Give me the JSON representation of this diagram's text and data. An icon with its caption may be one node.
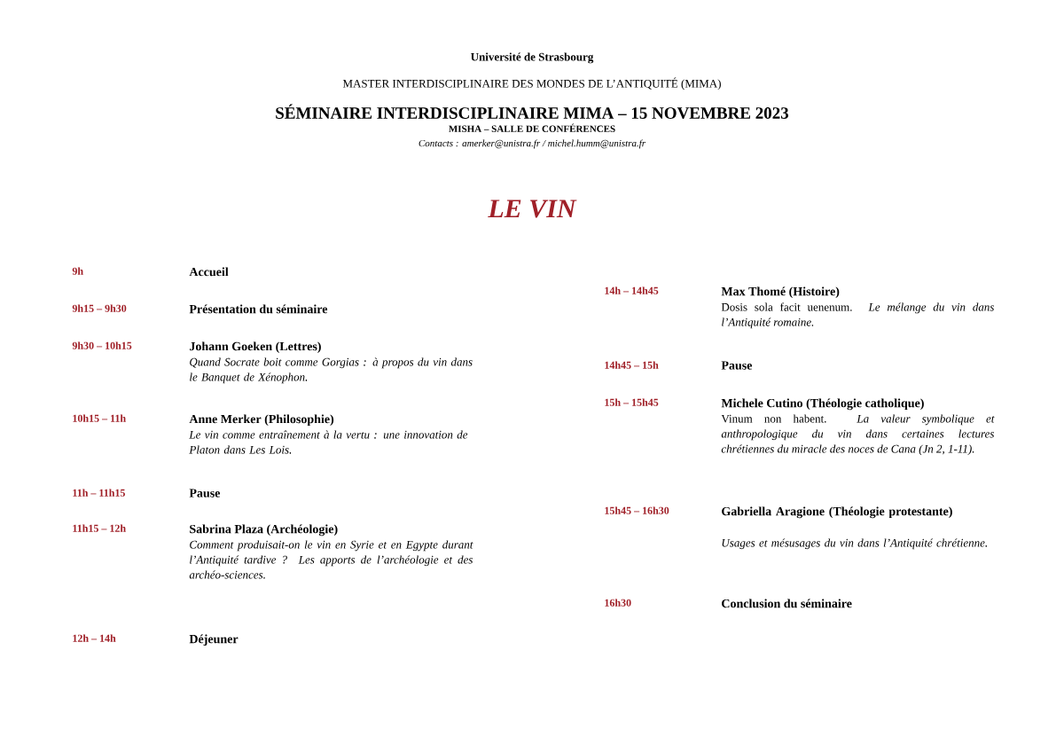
{
  "diagram": {
    "labels": [
      "Université de Strasbourg",
      "MASTER INTERDISCIPLINAIRE DES MONDES DE L’ANTIQUITÉ (MIMA)",
      "SÉMINAIRE INTERDISCIPLINAIRE MIMA – 15 NOVEMBRE 2023",
      "MISHA – SALLE DE CONFÉRENCES",
      "Contacts : amerker@unistra.fr / michel.humm@unistra.fr",
      "LE VIN",
      "9h",
      "Accueil",
      "9h15 – 9h30",
      "Présentation du séminaire",
      "9h30 – 10h15",
      "Johann Goeken (Lettres)",
      "*Quand Socrate boit comme Gorgias : à propos du vin dans le* Banquet *de Xénophon.*",
      "10h15 – 11h",
      "Anne Merker (Philosophie)",
      "*Le vin comme entraînement à la vertu : une innovation de Platon dans* Les Lois.",
      "11h – 11h15",
      "Pause",
      "11h15 – 12h",
      "Sabrina Plaza (Archéologie)",
      "Comment produisait-on le vin en Syrie et en Egypte durant l’Antiquité tardive ? Les apports de l’archéologie et des archéo-sciences.",
      "12h – 14h",
      "Déjeuner",
      "14h – 14h45",
      "Max Thomé (Histoire)",
      "Dosis sola facit uenenum. *Le mélange du vin dans l’Antiquité romaine.*",
      "14h45 – 15h",
      "Pause",
      "15h – 15h45",
      "Michele Cutino (Théologie catholique)",
      "Vinum non habent. *La valeur symbolique et anthropologique du vin dans certaines lectures chrétiennes du miracle des noces de Cana (Jn 2, 1-11).*",
      "15h45 – 16h30",
      "Gabriella Aragione (Théologie protestante)",
      "Usages et mésusages du vin dans l’Antiquité chrétienne.",
      "16h30",
      "Conclusion du séminaire"
    ]
  }
}
